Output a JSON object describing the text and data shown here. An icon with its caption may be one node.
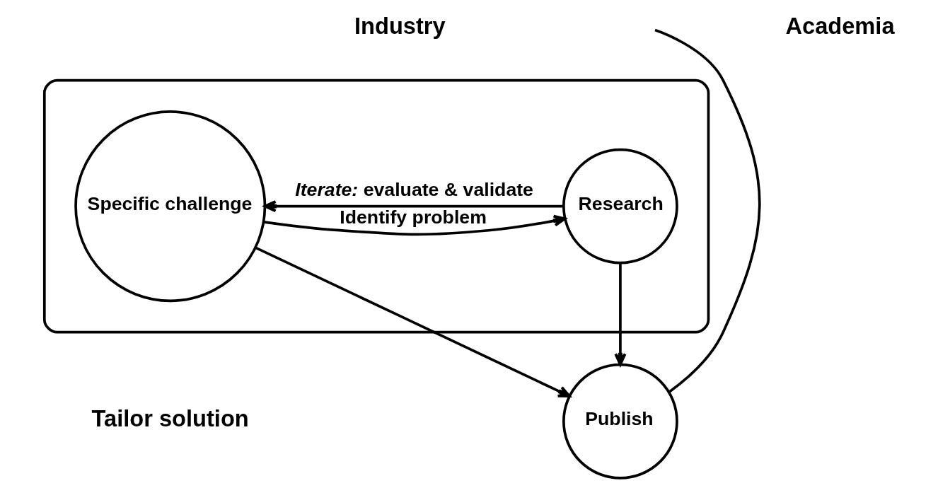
{
  "diagram": {
    "nodes": [
      {
        "text": [],
        "shape": "ellipse"
      },
      {
        "text": [
          "Specific challenge"
        ],
        "in": 0
      },
      {
        "text": [
          "Research"
        ],
        "in": 0
      },
      {
        "text": [
          "Publish"
        ]
      }
    ],
    "edges": [
      {
        "from": 1,
        "to": 2,
        "arrow": "to",
        "label": "Identify problem"
      },
      {
        "from": 2,
        "to": 1,
        "arrow": "to",
        "label": "*Iterate:* evaluate & validate"
      },
      {
        "from": 1,
        "to": 3,
        "arrow": "to"
      },
      {
        "from": 2,
        "to": 3,
        "arrow": "to"
      },
      {
        "from": null,
        "to": 3,
        "arrow": "none"
      }
    ],
    "labels": [
      "Industry",
      "Academia",
      "Tailor solution"
    ]
  }
}
